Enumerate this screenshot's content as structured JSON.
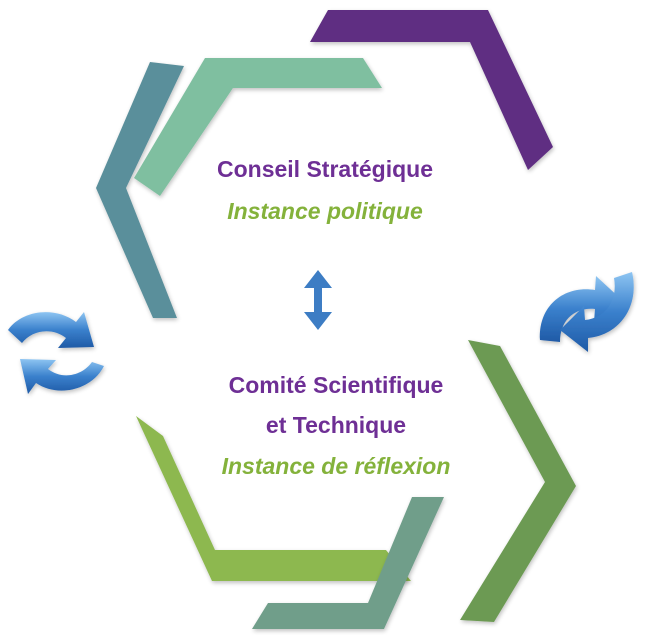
{
  "top_block": {
    "title": "Conseil Stratégique",
    "subtitle": "Instance politique"
  },
  "bottom_block": {
    "title_line1": "Comité Scientifique",
    "title_line2": "et Technique",
    "subtitle": "Instance de réflexion"
  },
  "colors": {
    "purple_segment": "#5e2d82",
    "teal_light_segment": "#7fbfa0",
    "teal_dark_segment": "#5a8f9b",
    "green_dark_segment": "#6c9a52",
    "green_light_segment": "#8db84f",
    "green_teal_segment": "#6f9e8a",
    "title_text": "#6e2f95",
    "subtitle_text": "#84b23b",
    "refresh_icon": "#3a77c0",
    "link_arrow": "#3d7dc4"
  },
  "icons": {
    "left": "refresh-icon",
    "right": "refresh-icon",
    "center": "bidirectional-vertical-arrow-icon"
  }
}
